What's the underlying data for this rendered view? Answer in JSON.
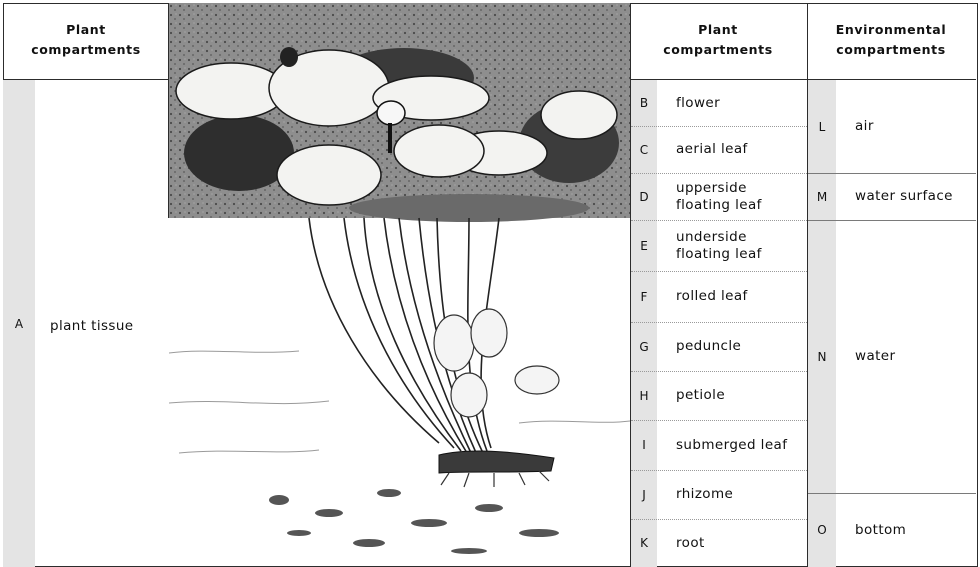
{
  "headers": {
    "left": "Plant compartments",
    "middle": "Plant compartments",
    "right": "Environmental compartments"
  },
  "left_column": {
    "letter": "A",
    "label": "plant tissue"
  },
  "plant_compartments": [
    {
      "letter": "B",
      "label": "flower"
    },
    {
      "letter": "C",
      "label": "aerial leaf"
    },
    {
      "letter": "D",
      "label": "upperside floating leaf"
    },
    {
      "letter": "E",
      "label": "underside floating leaf"
    },
    {
      "letter": "F",
      "label": "rolled leaf"
    },
    {
      "letter": "G",
      "label": "peduncle"
    },
    {
      "letter": "H",
      "label": "petiole"
    },
    {
      "letter": "I",
      "label": "submerged leaf"
    },
    {
      "letter": "J",
      "label": "rhizome"
    },
    {
      "letter": "K",
      "label": "root"
    }
  ],
  "environmental_compartments": [
    {
      "letter": "L",
      "label": "air"
    },
    {
      "letter": "M",
      "label": "water surface"
    },
    {
      "letter": "N",
      "label": "water"
    },
    {
      "letter": "O",
      "label": "bottom"
    }
  ]
}
